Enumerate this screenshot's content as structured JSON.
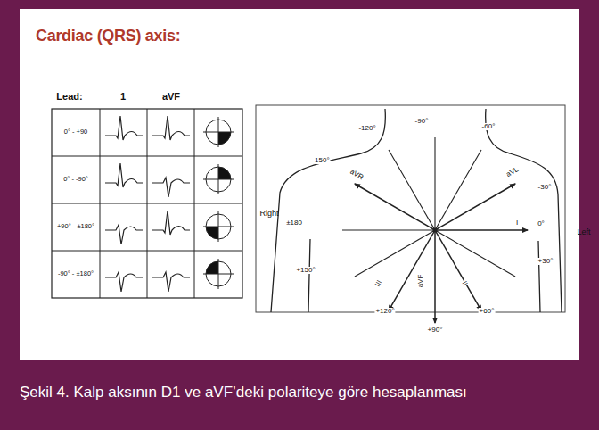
{
  "diagram": {
    "title": "Cardiac (QRS) axis:",
    "caption": "Şekil 4. Kalp aksının D1 ve aVF’deki polariteye göre hesaplanması",
    "labels": [
      "Lead:",
      "1",
      "aVF",
      "0° - +90",
      "0° - -90°",
      "+90° - ±180°",
      "-90° - ±180°",
      "-90°",
      "-120°",
      "-60°",
      "-150°",
      "aVR",
      "aVL",
      "-30°",
      "Right",
      "±180",
      "I",
      "0°",
      "Left",
      "+30°",
      "+150°",
      "III",
      "aVF",
      "II",
      "+120°",
      "+90°",
      "+60°"
    ]
  }
}
